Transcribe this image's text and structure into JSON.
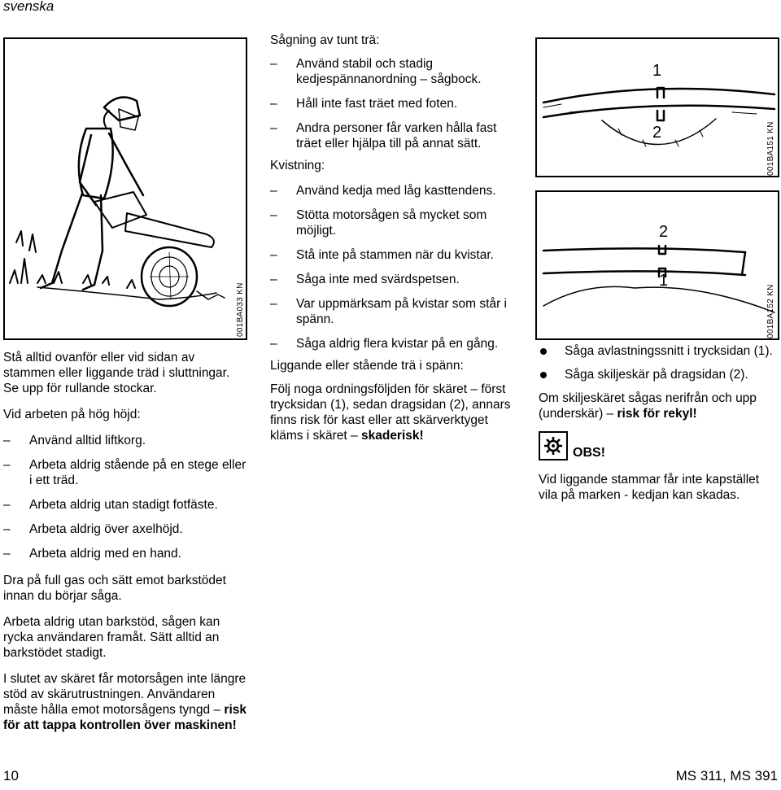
{
  "header": {
    "language": "svenska"
  },
  "figures": {
    "fig1": {
      "code": "001BA033 KN"
    },
    "fig2": {
      "code": "001BA151 KN",
      "label_top": "1",
      "label_bottom": "2"
    },
    "fig3": {
      "code": "001BA152 KN",
      "label_top": "2",
      "label_bottom": "1"
    }
  },
  "col1": {
    "intro": "Stå alltid ovanför eller vid sidan av stammen eller liggande träd i sluttningar. Se upp för rullande stockar.",
    "height_heading": "Vid arbeten på hög höjd:",
    "height_items": [
      "Använd alltid liftkorg.",
      "Arbeta aldrig stående på en stege eller i ett träd.",
      "Arbeta aldrig utan stadigt fotfäste.",
      "Arbeta aldrig över axelhöjd.",
      "Arbeta aldrig med en hand."
    ],
    "para_fullgas": "Dra på full gas och sätt emot barkstödet innan du börjar såga.",
    "para_barkstod": "Arbeta aldrig utan barkstöd, sågen kan rycka användaren framåt. Sätt alltid an barkstödet stadigt.",
    "para_end": "I slutet av skäret får motorsågen inte längre stöd av skärutrustningen. Användaren måste hålla emot motorsågens tyngd",
    "para_end_bold": "risk för att tappa kontrollen över maskinen!"
  },
  "col2": {
    "thin_heading": "Sågning av tunt trä:",
    "thin_items": [
      "Använd stabil och stadig kedjespännanordning – sågbock.",
      "Håll inte fast träet med foten.",
      "Andra personer får varken hålla fast träet eller hjälpa till på annat sätt."
    ],
    "kvist_heading": "Kvistning:",
    "kvist_items": [
      "Använd kedja med låg kasttendens.",
      "Stötta motorsågen så mycket som möjligt.",
      "Stå inte på stammen när du kvistar.",
      "Såga inte med svärdspetsen.",
      "Var uppmärksam på kvistar som står i spänn.",
      "Såga aldrig flera kvistar på en gång."
    ],
    "tension_heading": "Liggande eller stående trä i spänn:",
    "tension_text": "Följ noga ordningsföljden för skäret – först trycksidan (1), sedan dragsidan (2), annars finns risk för kast eller att skärverktyget kläms i skäret –",
    "tension_bold": "skaderisk!"
  },
  "col3": {
    "bullets": [
      "Såga avlastningssnitt i trycksidan (1).",
      "Såga skiljeskär på dragsidan (2)."
    ],
    "underskar_text": "Om skiljeskäret sågas nerifrån och upp (underskär) –",
    "underskar_bold": "risk för rekyl!",
    "warning_label": "OBS!",
    "warning_text": "Vid liggande stammar får inte kapstället vila på marken - kedjan kan skadas."
  },
  "footer": {
    "page_number": "10",
    "model": "MS 311, MS 391"
  }
}
